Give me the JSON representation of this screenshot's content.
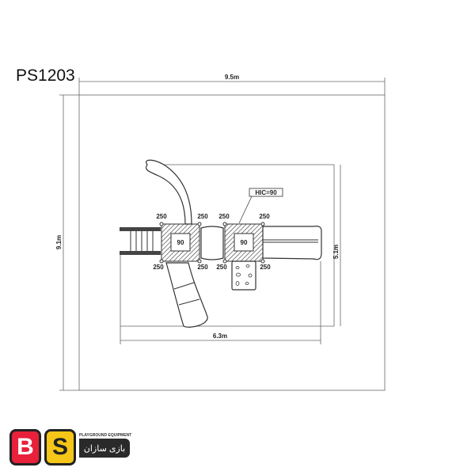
{
  "model_code": "PS1203",
  "dimensions": {
    "overall_width": "9.5m",
    "overall_depth": "9.1m",
    "equipment_width": "6.3m",
    "equipment_depth": "5.1m"
  },
  "decks": [
    {
      "height": "90",
      "corners": [
        "250",
        "250",
        "250",
        "250"
      ]
    },
    {
      "height": "90",
      "corners": [
        "250",
        "250",
        "250",
        "250"
      ]
    }
  ],
  "hic_label": "HIC=90",
  "logo": {
    "letters": [
      "B",
      "S"
    ],
    "tagline": "PLAYGROUND EQUIPMENT",
    "name": "بازی سازان",
    "colors": {
      "b": "#e8203a",
      "s": "#f5c518",
      "dark": "#2a2a2a"
    }
  }
}
